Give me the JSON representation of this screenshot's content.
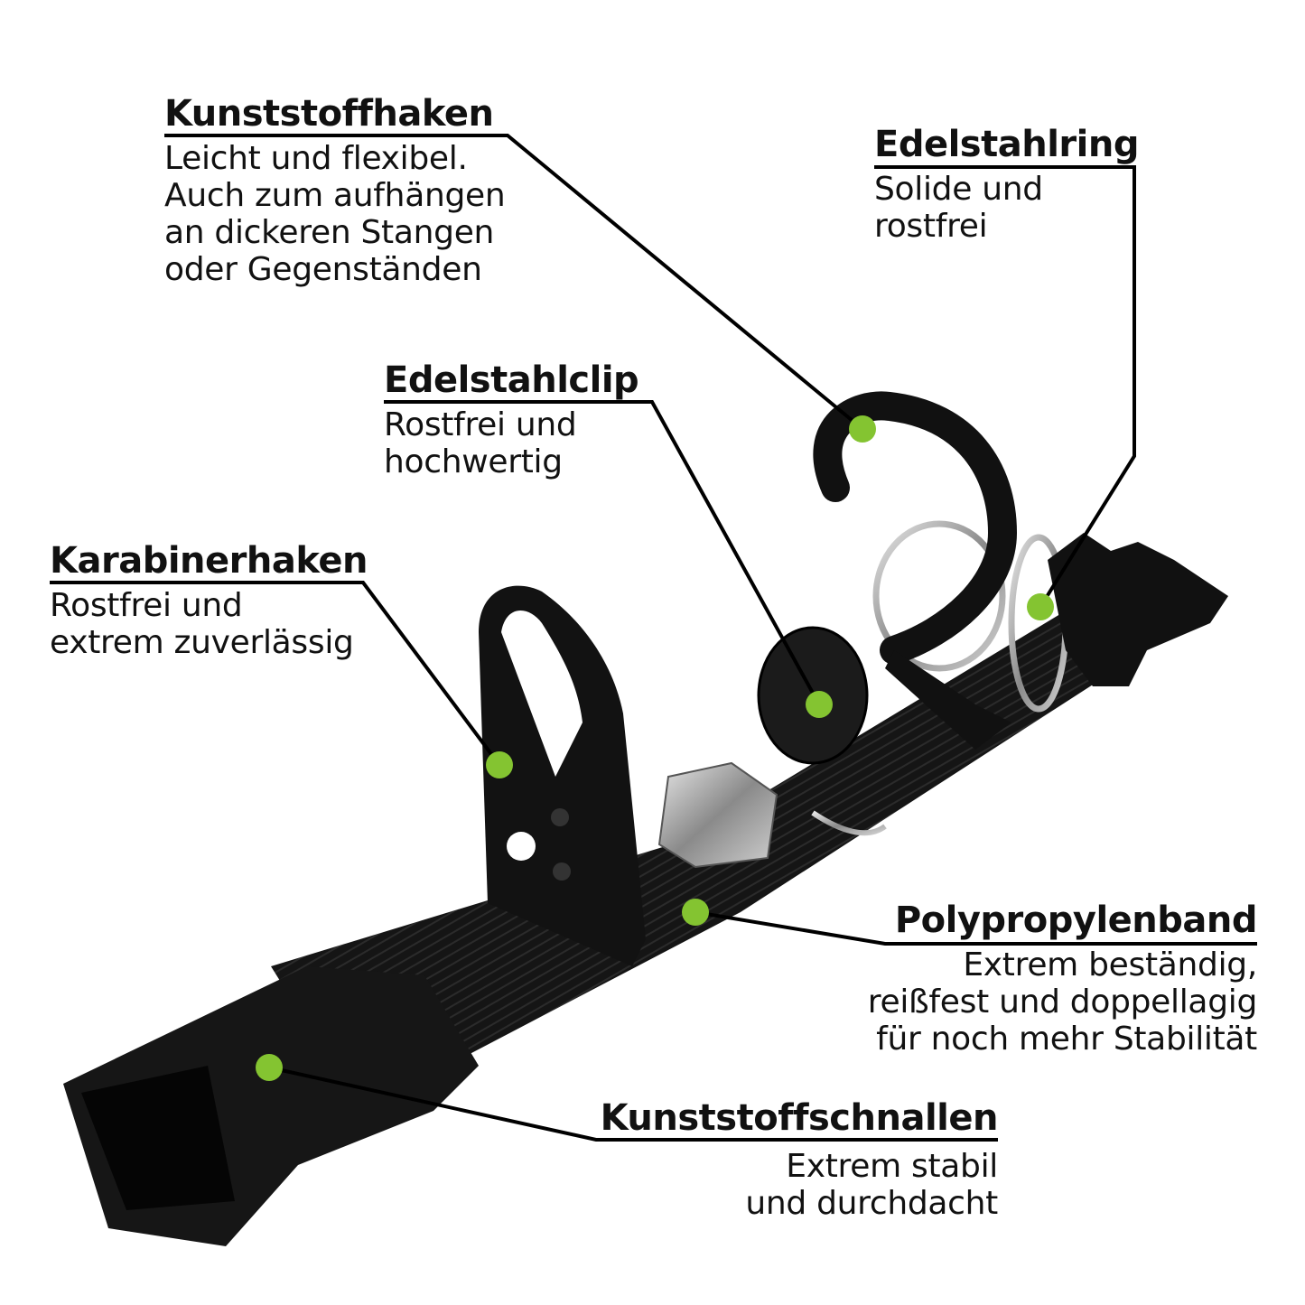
{
  "accent_dot_color": "#84c431",
  "line_color": "#000000",
  "callouts": [
    {
      "id": "kunststoffhaken",
      "title": "Kunststoffhaken",
      "description": "Leicht und flexibel.\nAuch zum aufhängen\nan dickeren Stangen\noder Gegenständen"
    },
    {
      "id": "edelstahlring",
      "title": "Edelstahlring",
      "description": "Solide und\nrostfrei"
    },
    {
      "id": "edelstahlclip",
      "title": "Edelstahlclip",
      "description": "Rostfrei und\nhochwertig"
    },
    {
      "id": "karabinerhaken",
      "title": "Karabinerhaken",
      "description": "Rostfrei und\nextrem zuverlässig"
    },
    {
      "id": "polypropylenband",
      "title": "Polypropylenband",
      "description": "Extrem beständig,\nreißfest und doppellagig\nfür noch mehr Stabilität"
    },
    {
      "id": "kunststoffschnallen",
      "title": "Kunststoffschnallen",
      "description": "Extrem stabil\nund durchdacht"
    }
  ]
}
